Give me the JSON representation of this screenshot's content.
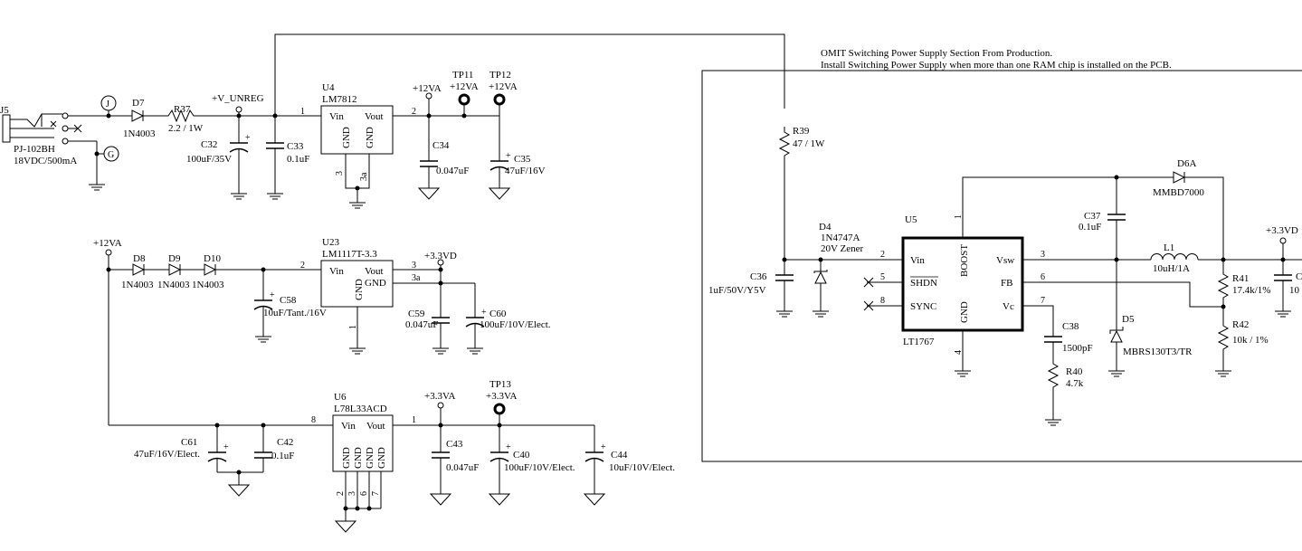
{
  "notes": {
    "line1": "OMIT Switching Power Supply Section From Production.",
    "line2": "Install Switching Power Supply when more than one RAM chip is installed on the PCB."
  },
  "nets": {
    "v_unreg": "+V_UNREG",
    "v12a": "+12VA",
    "v33vd": "+3.3VD",
    "v33va": "+3.3VA"
  },
  "connectors": {
    "j5": {
      "ref": "J5",
      "part": "PJ-102BH",
      "rating": "18VDC/500mA"
    },
    "j": "J",
    "g": "G"
  },
  "diodes": {
    "d7": {
      "ref": "D7",
      "part": "1N4003"
    },
    "d8": {
      "ref": "D8",
      "part": "1N4003"
    },
    "d9": {
      "ref": "D9",
      "part": "1N4003"
    },
    "d10": {
      "ref": "D10",
      "part": "1N4003"
    },
    "d4": {
      "ref": "D4",
      "part": "1N4747A",
      "note": "20V Zener"
    },
    "d5": {
      "ref": "D5",
      "part": "MBRS130T3/TR"
    },
    "d6a": {
      "ref": "D6A",
      "part": "MMBD7000"
    }
  },
  "resistors": {
    "r37": {
      "ref": "R37",
      "value": "2.2 / 1W"
    },
    "r39": {
      "ref": "R39",
      "value": "47 / 1W"
    },
    "r40": {
      "ref": "R40",
      "value": "4.7k"
    },
    "r41": {
      "ref": "R41",
      "value": "17.4k/1%"
    },
    "r42": {
      "ref": "R42",
      "value": "10k / 1%"
    }
  },
  "capacitors": {
    "c32": {
      "ref": "C32",
      "value": "100uF/35V"
    },
    "c33": {
      "ref": "C33",
      "value": "0.1uF"
    },
    "c34": {
      "ref": "C34",
      "value": "0.047uF"
    },
    "c35": {
      "ref": "C35",
      "value": "47uF/16V"
    },
    "c58": {
      "ref": "C58",
      "value": "10uF/Tant./16V"
    },
    "c59": {
      "ref": "C59",
      "value": "0.047uF"
    },
    "c60": {
      "ref": "C60",
      "value": "100uF/10V/Elect."
    },
    "c61": {
      "ref": "C61",
      "value": "47uF/16V/Elect."
    },
    "c42": {
      "ref": "C42",
      "value": "0.1uF"
    },
    "c43": {
      "ref": "C43",
      "value": "0.047uF"
    },
    "c40": {
      "ref": "C40",
      "value": "100uF/10V/Elect."
    },
    "c44": {
      "ref": "C44",
      "value": "10uF/10V/Elect."
    },
    "c36": {
      "ref": "C36",
      "value": "1uF/50V/Y5V"
    },
    "c37": {
      "ref": "C37",
      "value": "0.1uF"
    },
    "c38": {
      "ref": "C38",
      "value": "1500pF"
    },
    "c_cut": {
      "ref": "C",
      "value": "10"
    }
  },
  "inductors": {
    "l1": {
      "ref": "L1",
      "value": "10uH/1A"
    }
  },
  "testpoints": {
    "tp11": {
      "ref": "TP11",
      "net": "+12VA"
    },
    "tp12": {
      "ref": "TP12",
      "net": "+12VA"
    },
    "tp13": {
      "ref": "TP13",
      "net": "+3.3VA"
    }
  },
  "ics": {
    "u4": {
      "ref": "U4",
      "part": "LM7812",
      "vin": "Vin",
      "vout": "Vout",
      "gnd": "GND",
      "pins": {
        "in": "1",
        "out": "2",
        "gnd1": "3",
        "gnd2": "3a"
      }
    },
    "u23": {
      "ref": "U23",
      "part": "LM1117T-3.3",
      "vin": "Vin",
      "vout": "Vout",
      "gnd": "GND",
      "pins": {
        "in": "2",
        "out": "3",
        "out2": "3a",
        "gnd": "1"
      }
    },
    "u6": {
      "ref": "U6",
      "part": "L78L33ACD",
      "vin": "Vin",
      "vout": "Vout",
      "gnd": "GND",
      "pins": {
        "in": "8",
        "out": "1",
        "g1": "2",
        "g2": "3",
        "g3": "6",
        "g4": "7"
      }
    },
    "u5": {
      "ref": "U5",
      "part": "LT1767",
      "vin": "Vin",
      "shdn": "SHDN",
      "sync": "SYNC",
      "boost": "BOOST",
      "gnd": "GND",
      "vsw": "Vsw",
      "fb": "FB",
      "vc": "Vc",
      "pins": {
        "vin": "2",
        "shdn": "5",
        "sync": "8",
        "boost": "1",
        "gnd": "4",
        "vsw": "3",
        "fb": "6",
        "vc": "7"
      }
    }
  }
}
